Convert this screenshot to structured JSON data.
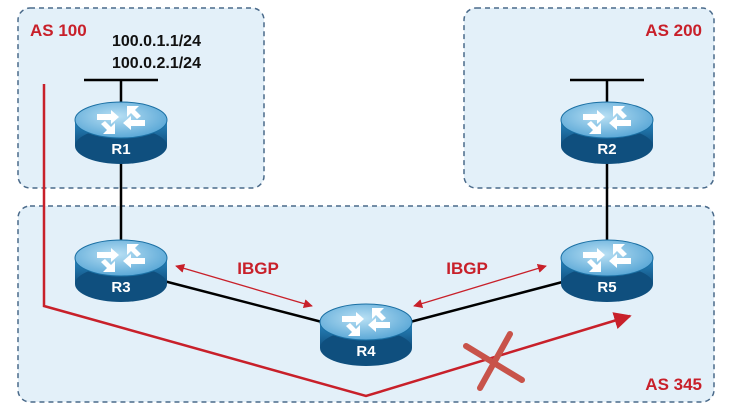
{
  "autonomous_systems": [
    {
      "id": "as100",
      "label": "AS 100"
    },
    {
      "id": "as200",
      "label": "AS 200"
    },
    {
      "id": "as345",
      "label": "AS 345"
    }
  ],
  "networks": [
    "100.0.1.1/24",
    "100.0.2.1/24"
  ],
  "routers": [
    {
      "id": "r1",
      "label": "R1"
    },
    {
      "id": "r2",
      "label": "R2"
    },
    {
      "id": "r3",
      "label": "R3"
    },
    {
      "id": "r4",
      "label": "R4"
    },
    {
      "id": "r5",
      "label": "R5"
    }
  ],
  "ibgp_sessions": [
    {
      "from": "R3",
      "to": "R4",
      "label": "IBGP"
    },
    {
      "from": "R4",
      "to": "R5",
      "label": "IBGP"
    }
  ],
  "colors": {
    "as_label": "#c8202a",
    "router_body": "#1a6fa3",
    "router_top": "#7fc1e6",
    "zone_fill": "#e3f0f9",
    "zone_border": "#4a6a8a",
    "link": "#000000",
    "path": "#c8202a",
    "blocked": "#c8534a"
  }
}
